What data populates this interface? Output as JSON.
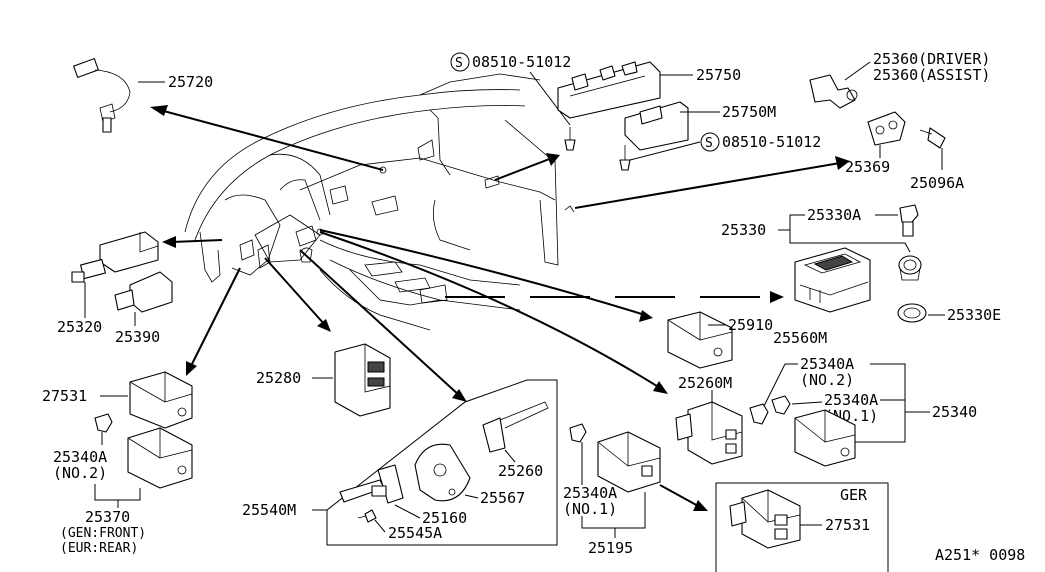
{
  "labels": {
    "p25720": "25720",
    "bolt_top": "08510-51012",
    "p25750": "25750",
    "p25750m": "25750M",
    "bolt_mid": "08510-51012",
    "p25360_driver": "25360(DRIVER)",
    "p25360_assist": "25360(ASSIST)",
    "p25369": "25369",
    "p25096a": "25096A",
    "p25330": "25330",
    "p25330a": "25330A",
    "p25330e": "25330E",
    "p25560m": "25560M",
    "p25320": "25320",
    "p25390": "25390",
    "p25910": "25910",
    "p27531_left": "27531",
    "p25280": "25280",
    "p25260m": "25260M",
    "p25340a_no2_right": "25340A",
    "no2_right": "(NO.2)",
    "p25340a_no1_right": "25340A",
    "no1_right": "(NO.1)",
    "p25340": "25340",
    "p25340a_left": "25340A",
    "no2_left": "(NO.2)",
    "p25370": "25370",
    "gen_front": "(GEN:FRONT)",
    "eur_rear": "(EUR:REAR)",
    "p25540m": "25540M",
    "p25260": "25260",
    "p25567": "25567",
    "p25160": "25160",
    "p25545a": "25545A",
    "p25340a_bottom": "25340A",
    "no1_bottom": "(NO.1)",
    "p25195": "25195",
    "ger": "GER",
    "p27531_ger": "27531",
    "ref": "A251* 0098"
  },
  "symbols": {
    "screw_symbol": "S"
  }
}
